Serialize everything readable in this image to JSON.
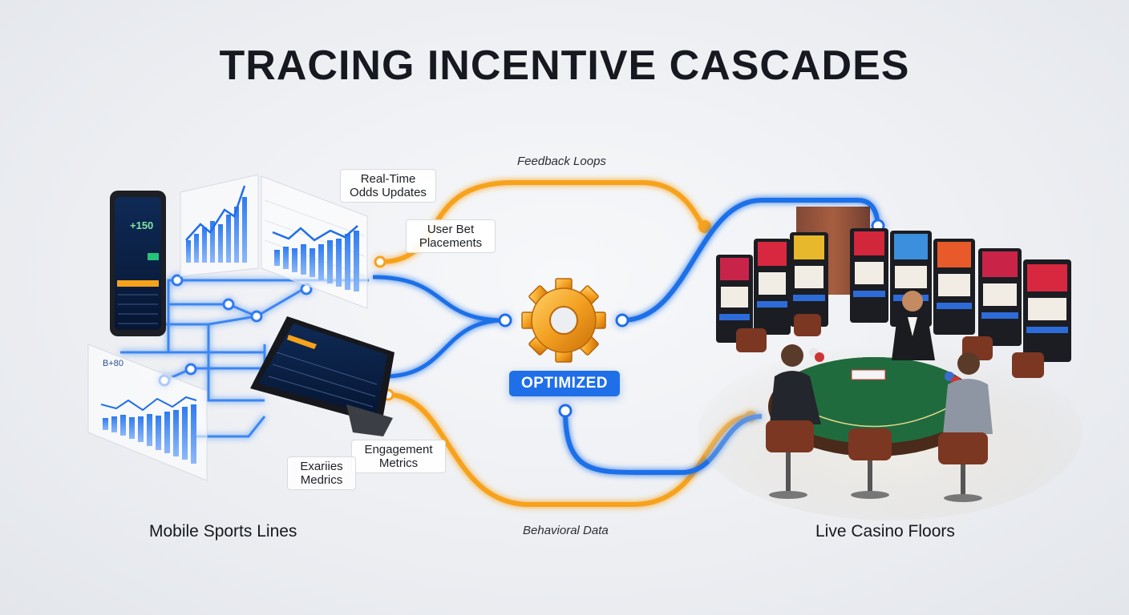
{
  "title": "TRACING INCENTIVE CASCADES",
  "labels": {
    "real_time_odds": "Real-Time\nOdds Updates",
    "user_bet_placements": "User Bet\nPlacements",
    "feedback_loops": "Feedback Loops",
    "behavioral_data": "Behavioral Data",
    "engagement_metrics": "Engagement\nMetrics",
    "exaries_medrics": "Exariies\nMedrics",
    "optimized": "OPTIMIZED",
    "mobile_sports_lines": "Mobile Sports Lines",
    "live_casino_floors": "Live Casino Floors"
  },
  "devices": {
    "phone_odds": "+150",
    "tablet_header": "",
    "chart_small_label": "B+80"
  },
  "colors": {
    "blue_flow": "#1f6fe8",
    "orange_flow": "#f7a21b",
    "gear": "#f2a21e",
    "felt": "#1f6b3e"
  },
  "icons": [
    "gear-icon",
    "smartphone-icon",
    "tablet-icon",
    "slot-machine-icon",
    "dealer-icon",
    "player-icon"
  ]
}
